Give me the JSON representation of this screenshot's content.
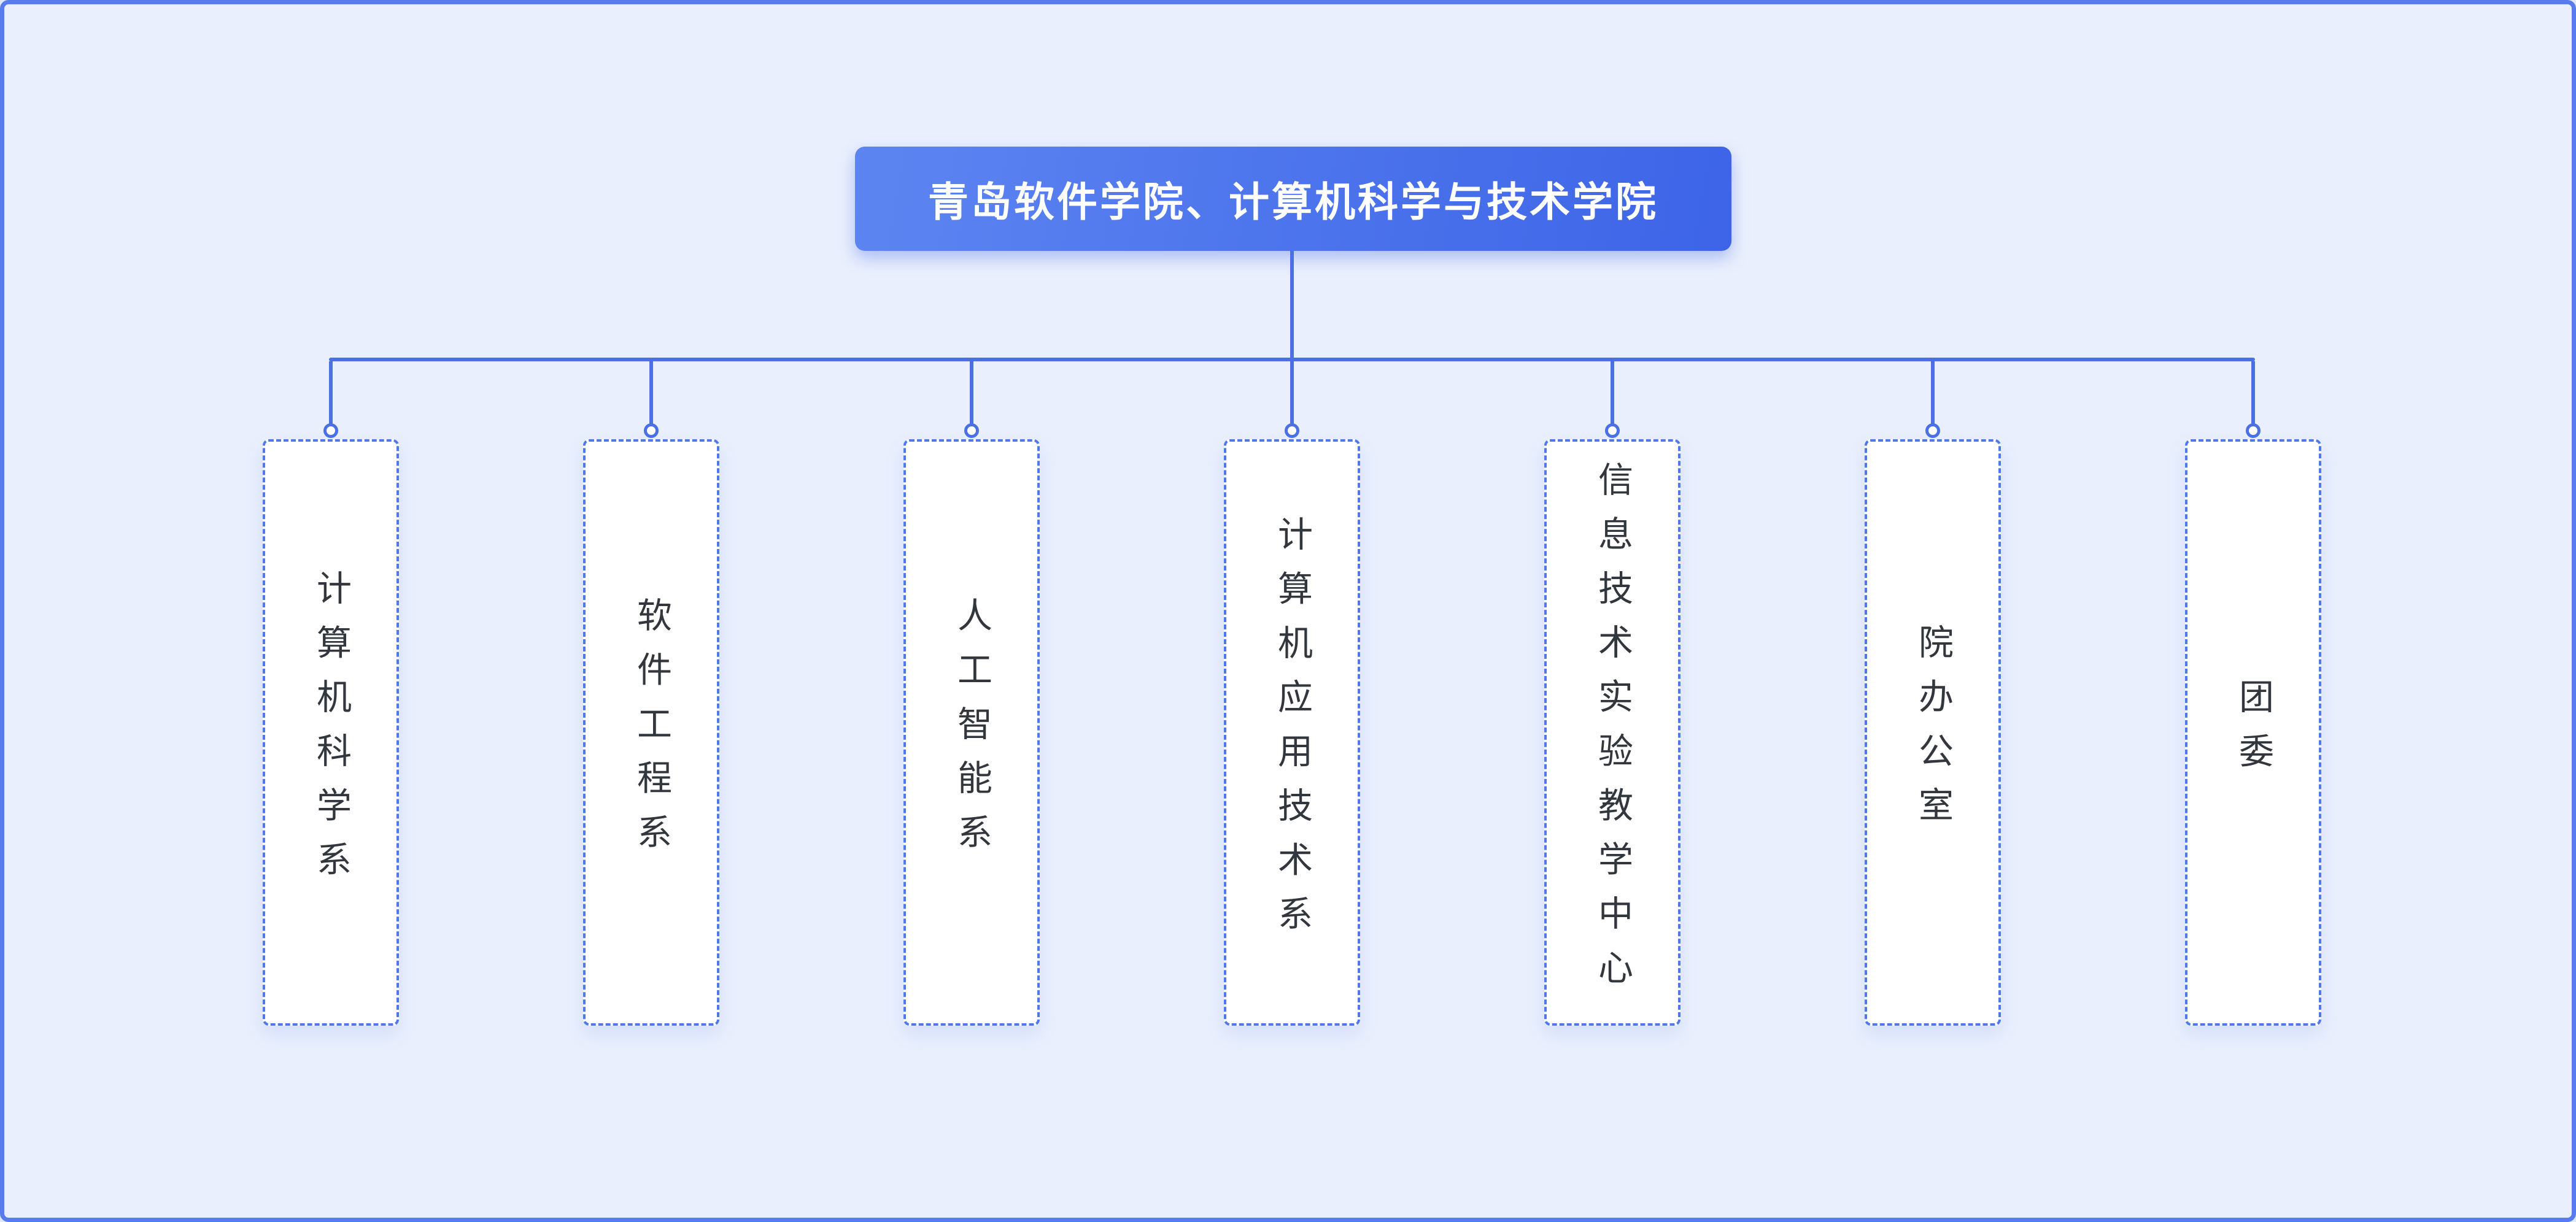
{
  "org_chart": {
    "root": {
      "label": "青岛软件学院、计算机科学与技术学院"
    },
    "children": [
      {
        "label": "计算机科学系"
      },
      {
        "label": "软件工程系"
      },
      {
        "label": "人工智能系"
      },
      {
        "label": "计算机应用技术系"
      },
      {
        "label": "信息技术实验教学中心"
      },
      {
        "label": "院办公室"
      },
      {
        "label": "团委"
      }
    ]
  },
  "colors": {
    "page_background": "#e9effc",
    "frame_border": "#567cf0",
    "connector": "#4b70e6",
    "node_border": "#4f79ea",
    "node_background": "#ffffff",
    "node_text": "#32363d",
    "root_gradient_start": "#5d85f1",
    "root_gradient_end": "#3d64e7",
    "root_text": "#ffffff"
  }
}
